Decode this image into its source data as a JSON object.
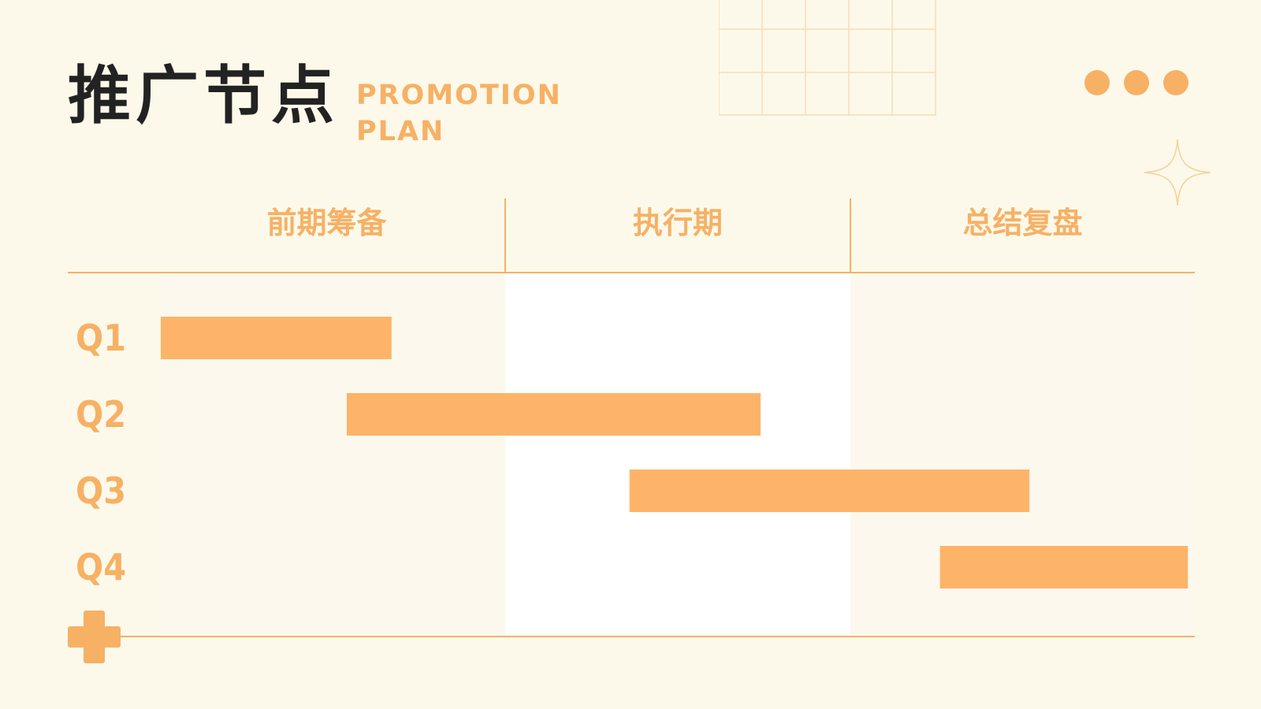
{
  "slide": {
    "title": "推广节点",
    "subtitle_line1": "PROMOTION",
    "subtitle_line2": "PLAN"
  },
  "colors": {
    "accent": "#f6b165",
    "bar": "#fdb468",
    "text_dark": "#222222",
    "background": "#fdf9ea",
    "band_light": "#fcf8ee",
    "band_white": "#ffffff"
  },
  "chart_data": {
    "type": "gantt",
    "phases": [
      "前期筹备",
      "执行期",
      "总结复盘"
    ],
    "rows": [
      "Q1",
      "Q2",
      "Q3",
      "Q4"
    ],
    "x_range": [
      0,
      3
    ],
    "tasks": [
      {
        "row": "Q1",
        "start": 0.0,
        "end": 0.67
      },
      {
        "row": "Q2",
        "start": 0.54,
        "end": 1.74
      },
      {
        "row": "Q3",
        "start": 1.36,
        "end": 2.52
      },
      {
        "row": "Q4",
        "start": 2.26,
        "end": 2.98
      }
    ]
  }
}
